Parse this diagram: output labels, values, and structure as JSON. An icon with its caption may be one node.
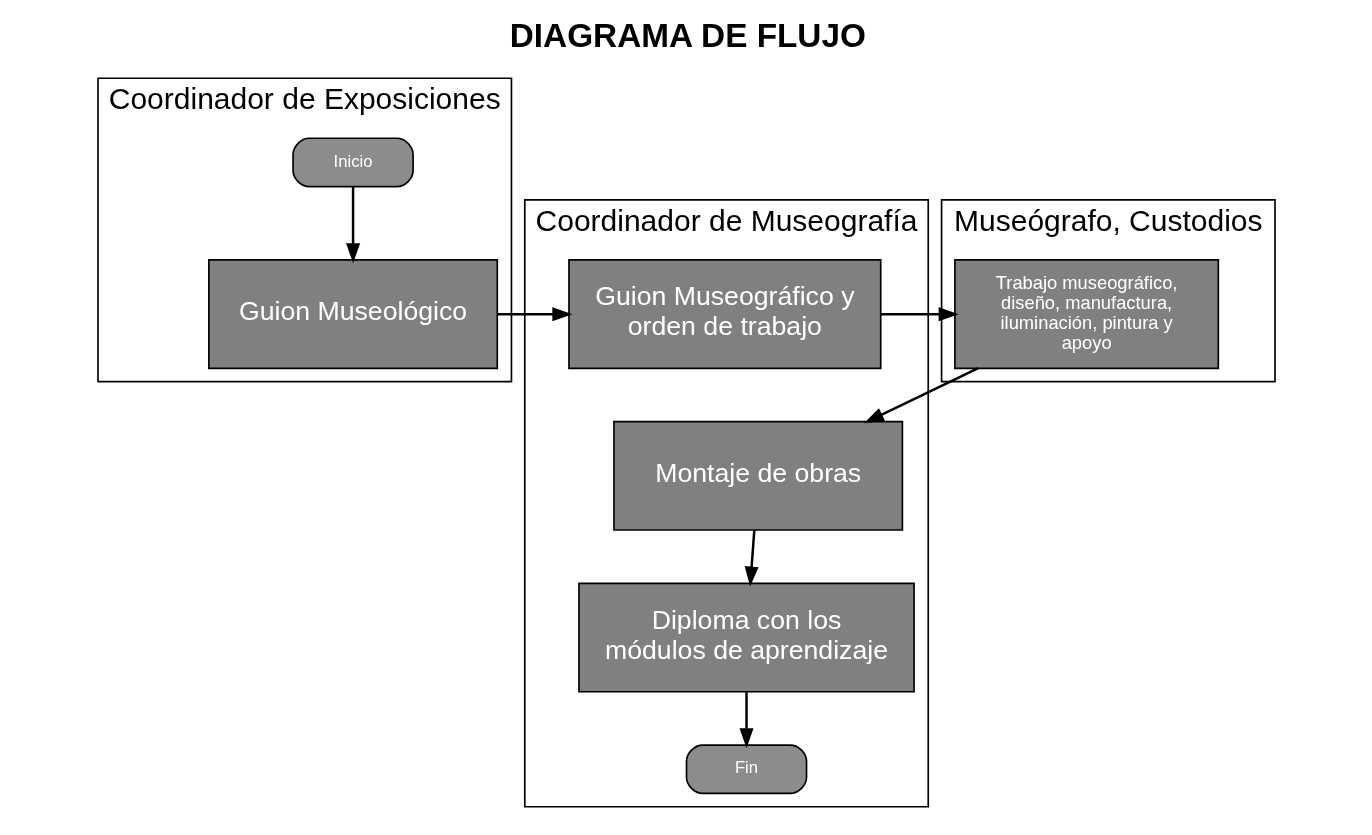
{
  "diagram": {
    "title": "DIAGRAMA DE FLUJO",
    "nodes": [
      {
        "text": [
          "Coordinador de Exposiciones"
        ]
      },
      {
        "text": [
          "Inicio"
        ],
        "in": 0
      },
      {
        "text": [
          "Guion Museológico"
        ],
        "in": 0
      },
      {
        "text": [
          "Coordinador de Museografía"
        ]
      },
      {
        "text": [
          "Guion Museográfico y orden de trabajo"
        ],
        "in": 3
      },
      {
        "text": [
          "Montaje de obras"
        ],
        "in": 3
      },
      {
        "text": [
          "Diploma con los módulos de aprendizaje"
        ],
        "in": 3
      },
      {
        "text": [
          "Fin"
        ],
        "in": 3
      },
      {
        "text": [
          "Museógrafo, Custodios"
        ]
      },
      {
        "text": [
          "Trabajo museográfico, diseño, manufactura, iluminación, pintura y apoyo"
        ],
        "in": 8
      }
    ],
    "edges": [
      {
        "from": 1,
        "to": 2,
        "arrow": "to"
      },
      {
        "from": 2,
        "to": 4,
        "arrow": "to"
      },
      {
        "from": 4,
        "to": 9,
        "arrow": "to"
      },
      {
        "from": 9,
        "to": 5,
        "arrow": "to"
      },
      {
        "from": 5,
        "to": 6,
        "arrow": "to"
      },
      {
        "from": 6,
        "to": 7,
        "arrow": "to"
      }
    ]
  }
}
